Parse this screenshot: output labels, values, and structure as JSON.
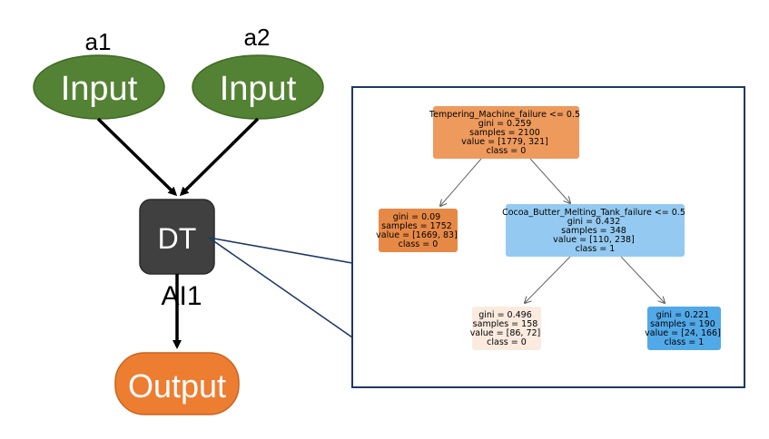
{
  "inputs": [
    {
      "name": "a1",
      "label": "Input"
    },
    {
      "name": "a2",
      "label": "Input"
    }
  ],
  "model": {
    "label": "DT",
    "name": "AI1"
  },
  "output": {
    "label": "Output"
  },
  "tree": {
    "nodes": [
      {
        "lines": [
          "Tempering_Machine_failure <= 0.5",
          "gini = 0.259",
          "samples = 2100",
          "value = [1779, 321]",
          "class = 0"
        ],
        "fill": "#EE9A5D"
      },
      {
        "lines": [
          "gini = 0.09",
          "samples = 1752",
          "value = [1669, 83]",
          "class = 0"
        ],
        "fill": "#E78946"
      },
      {
        "lines": [
          "Cocoa_Butter_Melting_Tank_failure <= 0.5",
          "gini = 0.432",
          "samples = 348",
          "value = [110, 238]",
          "class = 1"
        ],
        "fill": "#94CAF1"
      },
      {
        "lines": [
          "gini = 0.496",
          "samples = 158",
          "value = [86, 72]",
          "class = 0"
        ],
        "fill": "#FBEBDF"
      },
      {
        "lines": [
          "gini = 0.221",
          "samples = 190",
          "value = [24, 166]",
          "class = 1"
        ],
        "fill": "#52A9E8"
      }
    ]
  },
  "colors": {
    "input_fill": "#548235",
    "model_fill": "#404040",
    "output_fill": "#ED7D31",
    "panel_border": "#1F3864"
  }
}
